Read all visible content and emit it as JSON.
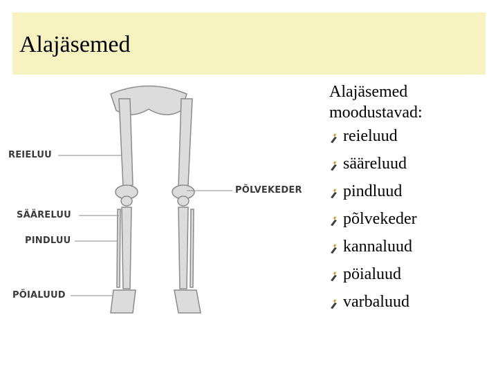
{
  "slide": {
    "title": "Alajäsemed",
    "intro": "Alajäsemed moodustavad:",
    "bullets": [
      {
        "label": "reieluud"
      },
      {
        "label": "sääreluud"
      },
      {
        "label": "pindluud"
      },
      {
        "label": "põlvekeder"
      },
      {
        "label": "kannaluud"
      },
      {
        "label": "pöialuud"
      },
      {
        "label": "varbaluud"
      }
    ]
  },
  "figure": {
    "labels": {
      "femur": "REIELUU",
      "patella": "PÕLVEKEDER",
      "tibia": "SÄÄRELUU",
      "fibula": "PINDLUU",
      "metatarsal": "PÖIALUUD"
    }
  },
  "colors": {
    "title_bar": "#f7f3c1",
    "bone": "#dcdcdc",
    "bone_outline": "#8a8a8a",
    "bullet_accent": "#c89a2a"
  }
}
